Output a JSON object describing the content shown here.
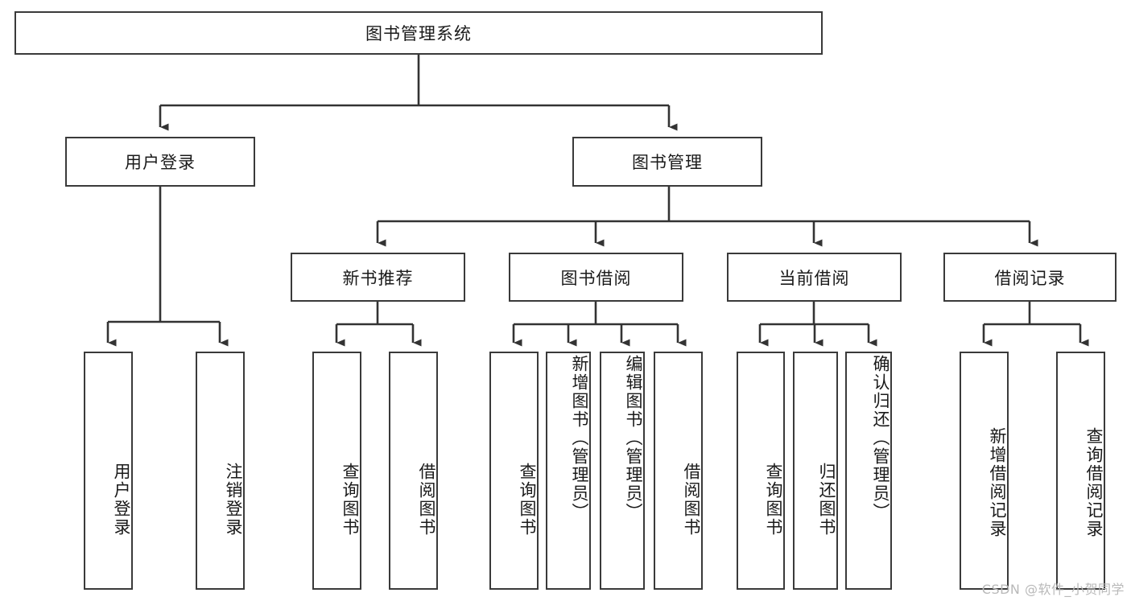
{
  "diagram": {
    "title": "图书管理系统",
    "type": "tree-hierarchy-chart",
    "root": {
      "label": "图书管理系统"
    },
    "level2": [
      {
        "label": "用户登录"
      },
      {
        "label": "图书管理"
      }
    ],
    "level3": [
      {
        "label": "新书推荐"
      },
      {
        "label": "图书借阅"
      },
      {
        "label": "当前借阅"
      },
      {
        "label": "借阅记录"
      }
    ],
    "leaves": {
      "user_login": [
        {
          "label": "用户登录"
        },
        {
          "label": "注销登录"
        }
      ],
      "new_book_recommend": [
        {
          "label": "查询图书"
        },
        {
          "label": "借阅图书"
        }
      ],
      "book_borrow": [
        {
          "label": "查询图书"
        },
        {
          "label": "新增图书（管理员）"
        },
        {
          "label": "编辑图书（管理员）"
        },
        {
          "label": "借阅图书"
        }
      ],
      "current_borrow": [
        {
          "label": "查询图书"
        },
        {
          "label": "归还图书"
        },
        {
          "label": "确认归还（管理员）"
        }
      ],
      "borrow_record": [
        {
          "label": "新增借阅记录"
        },
        {
          "label": "查询借阅记录"
        }
      ]
    }
  },
  "watermark": {
    "text": "CSDN @软件_小贺同学"
  },
  "colors": {
    "box_border": "#3a3a3a",
    "box_fill": "#ffffff",
    "line": "#333333",
    "text": "#1a1a1a",
    "watermark": "#b9b9b9"
  }
}
